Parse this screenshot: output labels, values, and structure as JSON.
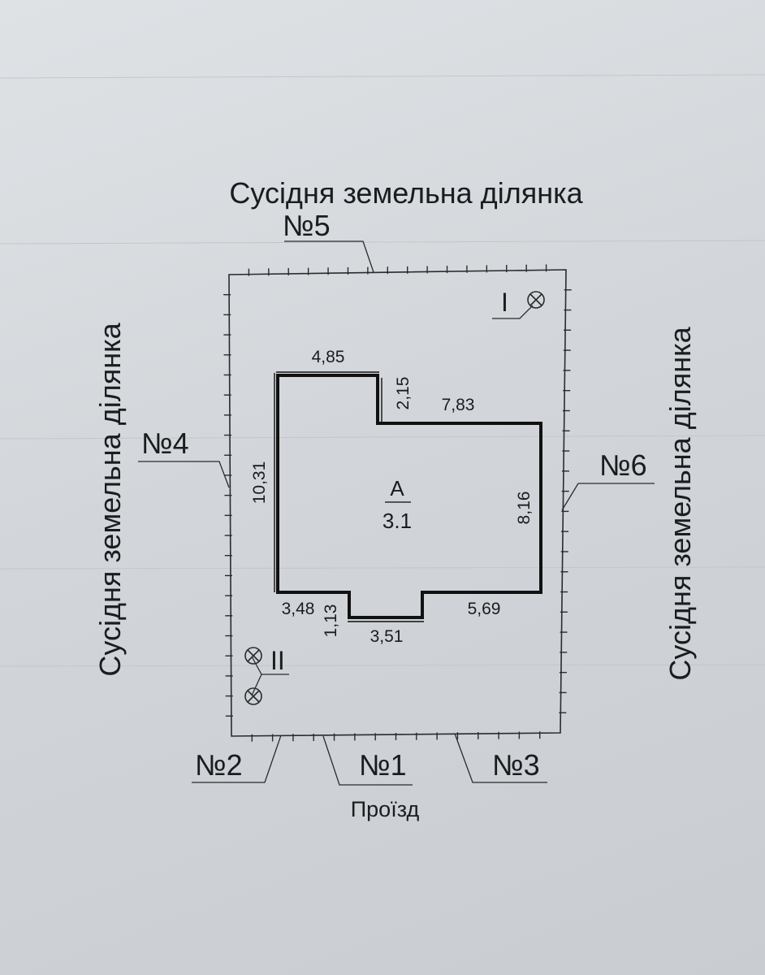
{
  "neighbours": {
    "top": "Сусідня земельна ділянка",
    "left": "Сусідня земельна ділянка",
    "right": "Сусідня земельна ділянка"
  },
  "tags": {
    "n1": "№1",
    "n2": "№2",
    "n3": "№3",
    "n4": "№4",
    "n5": "№5",
    "n6": "№6"
  },
  "driveway": "Проїзд",
  "building": {
    "letter": "А",
    "number": "3.1"
  },
  "dimensions": {
    "top_left": "4,85",
    "step_height": "2,15",
    "top_right": "7,83",
    "left_side": "10,31",
    "right_side": "8,16",
    "bottom_left": "3,48",
    "porch_depth": "1,13",
    "porch_width": "3,51",
    "bottom_right": "5,69"
  },
  "wells": {
    "i": "I",
    "ii": "II"
  }
}
